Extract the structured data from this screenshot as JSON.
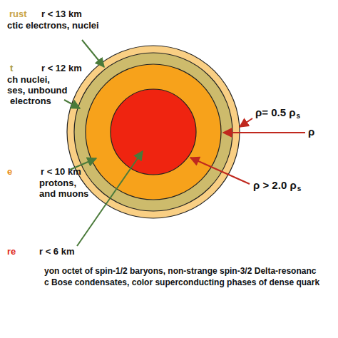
{
  "diagram": {
    "labels": [
      "rust",
      "r < 13 km",
      "ctic electrons, nuclei",
      "t",
      "r < 12 km",
      "ch nuclei,",
      "ses, unbound",
      "electrons",
      "e",
      "r < 10 km",
      "protons,",
      "and muons",
      "re",
      "r < 6 km",
      "yon octet of spin-1/2 baryons,  non-strange spin-3/2 Delta-resonanc",
      "c Bose condensates, color superconducting phases of dense quark",
      "ρ= 0.5 ρ",
      "s",
      "ρ",
      "ρ > 2.0 ρ",
      "s"
    ]
  }
}
